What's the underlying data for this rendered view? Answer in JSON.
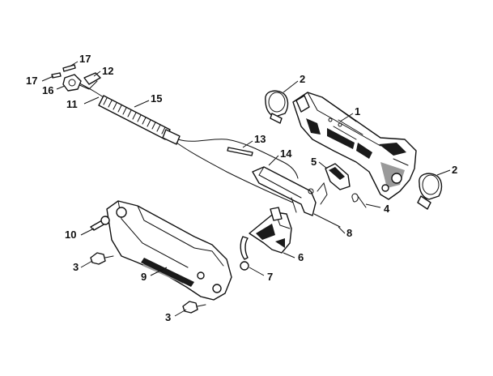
{
  "callouts": [
    {
      "id": "c17a",
      "label": "17"
    },
    {
      "id": "c17b",
      "label": "17"
    },
    {
      "id": "c12",
      "label": "12"
    },
    {
      "id": "c16",
      "label": "16"
    },
    {
      "id": "c11",
      "label": "11"
    },
    {
      "id": "c15",
      "label": "15"
    },
    {
      "id": "c13",
      "label": "13"
    },
    {
      "id": "c14",
      "label": "14"
    },
    {
      "id": "c2a",
      "label": "2"
    },
    {
      "id": "c1",
      "label": "1"
    },
    {
      "id": "c5",
      "label": "5"
    },
    {
      "id": "c2b",
      "label": "2"
    },
    {
      "id": "c4",
      "label": "4"
    },
    {
      "id": "c8",
      "label": "8"
    },
    {
      "id": "c10",
      "label": "10"
    },
    {
      "id": "c6",
      "label": "6"
    },
    {
      "id": "c3a",
      "label": "3"
    },
    {
      "id": "c9",
      "label": "9"
    },
    {
      "id": "c7",
      "label": "7"
    },
    {
      "id": "c3b",
      "label": "3"
    }
  ]
}
